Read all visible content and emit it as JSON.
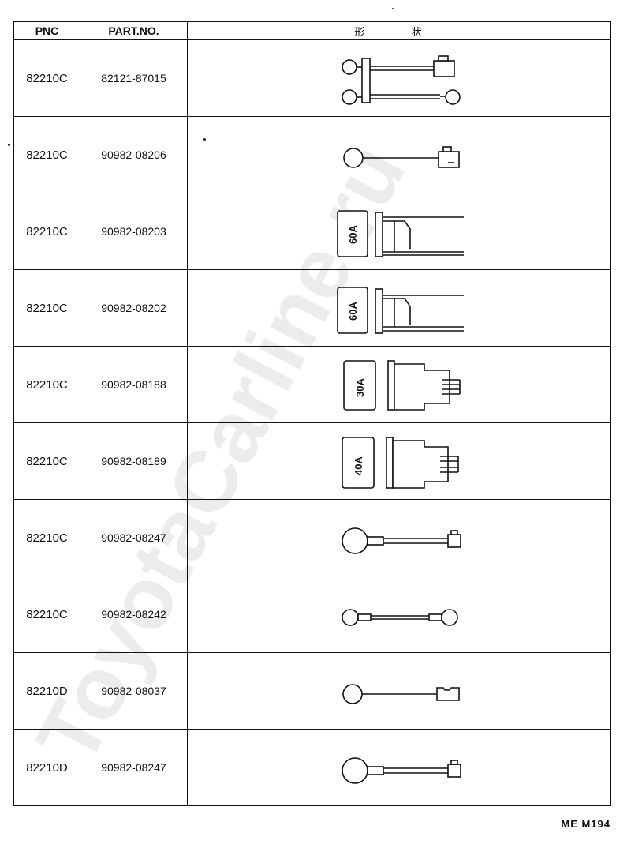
{
  "headers": {
    "pnc": "PNC",
    "part_no": "PART.NO.",
    "shape": "形 状"
  },
  "rows": [
    {
      "pnc": "82210C",
      "part_no": "82121-87015",
      "shape_icon": "double-wire-harness-icon"
    },
    {
      "pnc": "82210C",
      "part_no": "90982-08206",
      "shape_icon": "single-wire-connector-icon"
    },
    {
      "pnc": "82210C",
      "part_no": "90982-08203",
      "shape_icon": "fusible-link-60a-icon",
      "rating": "60A"
    },
    {
      "pnc": "82210C",
      "part_no": "90982-08202",
      "shape_icon": "fusible-link-60a-icon",
      "rating": "60A"
    },
    {
      "pnc": "82210C",
      "part_no": "90982-08188",
      "shape_icon": "cartridge-fuse-30a-icon",
      "rating": "30A"
    },
    {
      "pnc": "82210C",
      "part_no": "90982-08189",
      "shape_icon": "cartridge-fuse-40a-icon",
      "rating": "40A"
    },
    {
      "pnc": "82210C",
      "part_no": "90982-08247",
      "shape_icon": "ring-terminal-connector-icon"
    },
    {
      "pnc": "82210C",
      "part_no": "90982-08242",
      "shape_icon": "ring-to-ring-wire-icon"
    },
    {
      "pnc": "82210D",
      "part_no": "90982-08037",
      "shape_icon": "single-wire-connector-icon"
    },
    {
      "pnc": "82210D",
      "part_no": "90982-08247",
      "shape_icon": "ring-terminal-connector-icon"
    }
  ],
  "sheet_code": "ME M194",
  "watermark": "ToyotaCarline.ru",
  "colors": {
    "ink": "#111111",
    "watermark": "#e9e9e9"
  }
}
